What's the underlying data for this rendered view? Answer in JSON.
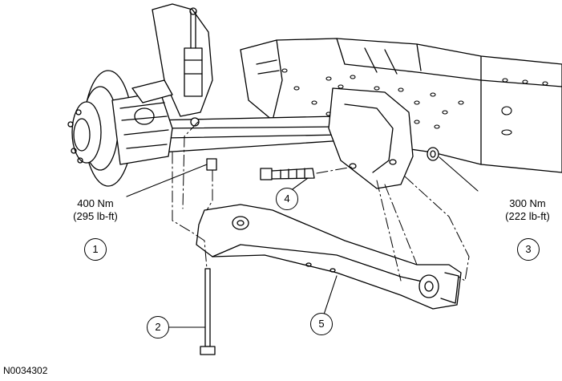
{
  "figure_id": "N0034302",
  "callouts": [
    {
      "number": "1"
    },
    {
      "number": "2"
    },
    {
      "number": "3"
    },
    {
      "number": "4"
    },
    {
      "number": "5"
    }
  ],
  "torque_specs": [
    {
      "nm": "400 Nm",
      "lbft": "(295 lb-ft)"
    },
    {
      "nm": "300 Nm",
      "lbft": "(222 lb-ft)"
    }
  ]
}
